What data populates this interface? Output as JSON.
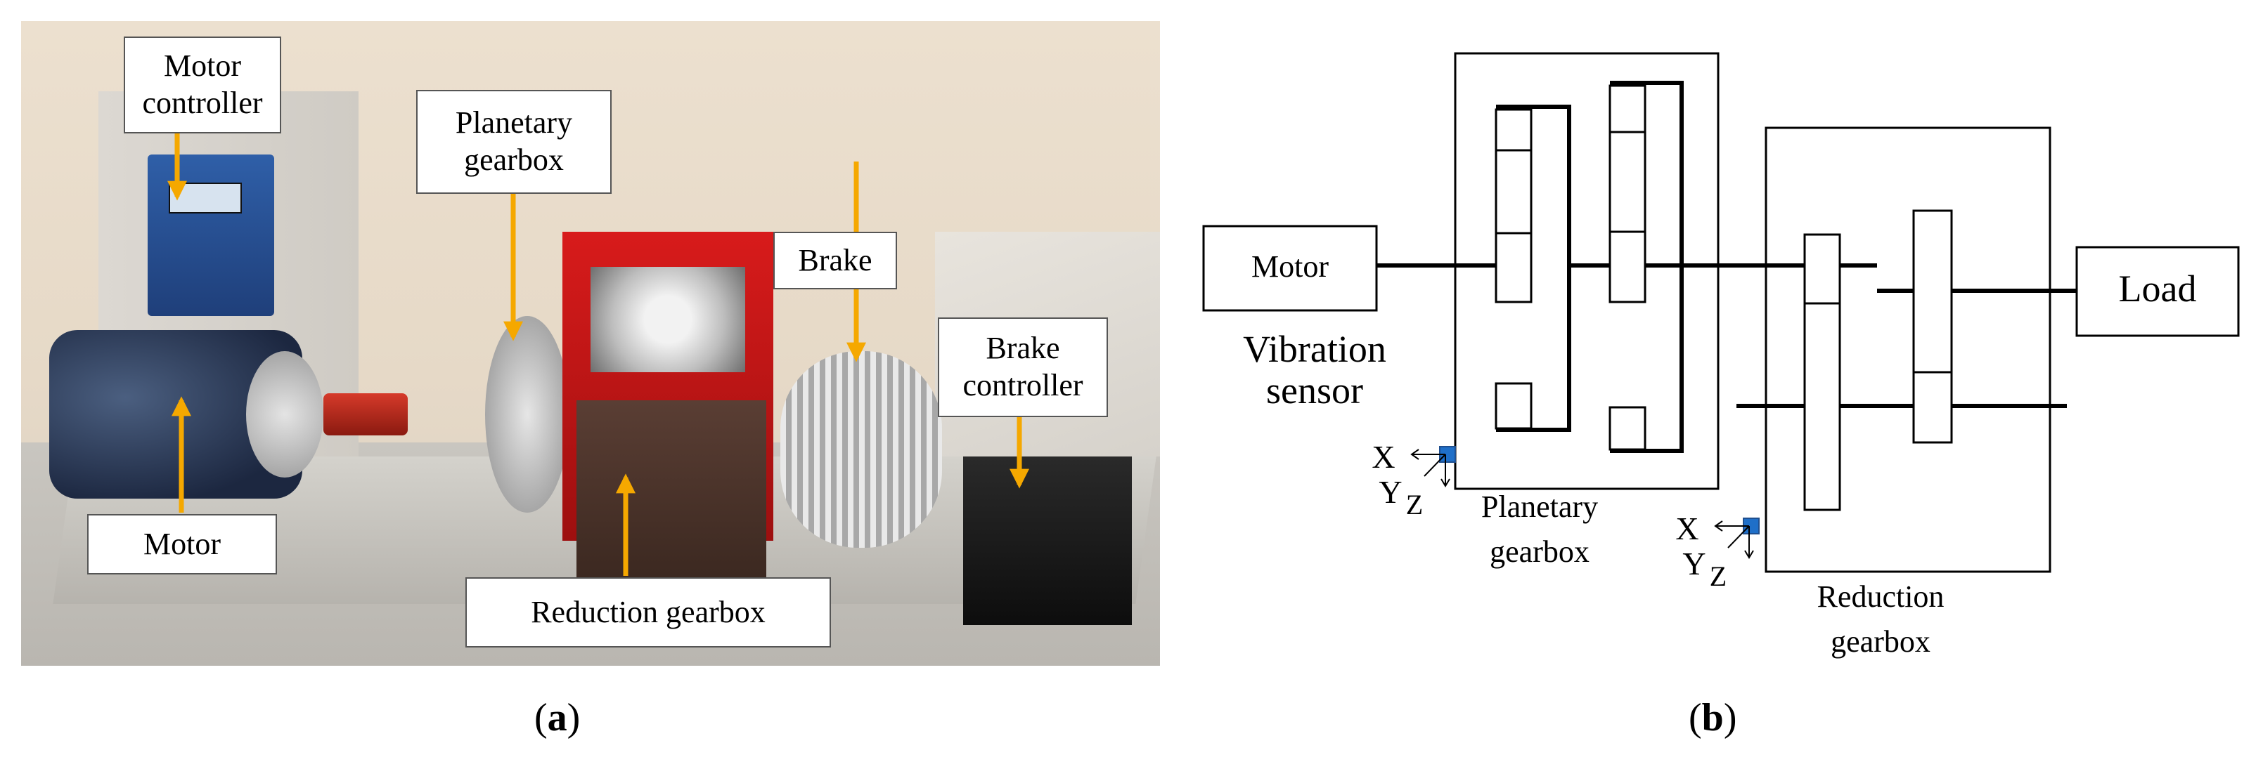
{
  "panel_a": {
    "label_open": "(",
    "label_letter": "a",
    "label_close": ")",
    "callouts": {
      "motor_controller": "Motor\ncontroller",
      "planetary_gearbox": "Planetary\ngearbox",
      "brake": "Brake",
      "brake_controller": "Brake\ncontroller",
      "motor": "Motor",
      "reduction_gearbox": "Reduction gearbox"
    },
    "arrow_color": "#f5a800"
  },
  "panel_b": {
    "label_open": "(",
    "label_letter": "b",
    "label_close": ")",
    "motor": "Motor",
    "load": "Load",
    "vibration_sensor": "Vibration\nsensor",
    "planetary_gearbox": "Planetary\ngearbox",
    "reduction_gearbox": "Reduction\ngearbox",
    "axis_x": "X",
    "axis_y": "Y",
    "axis_z": "Z",
    "sensor_color": "#1f6fc8"
  }
}
